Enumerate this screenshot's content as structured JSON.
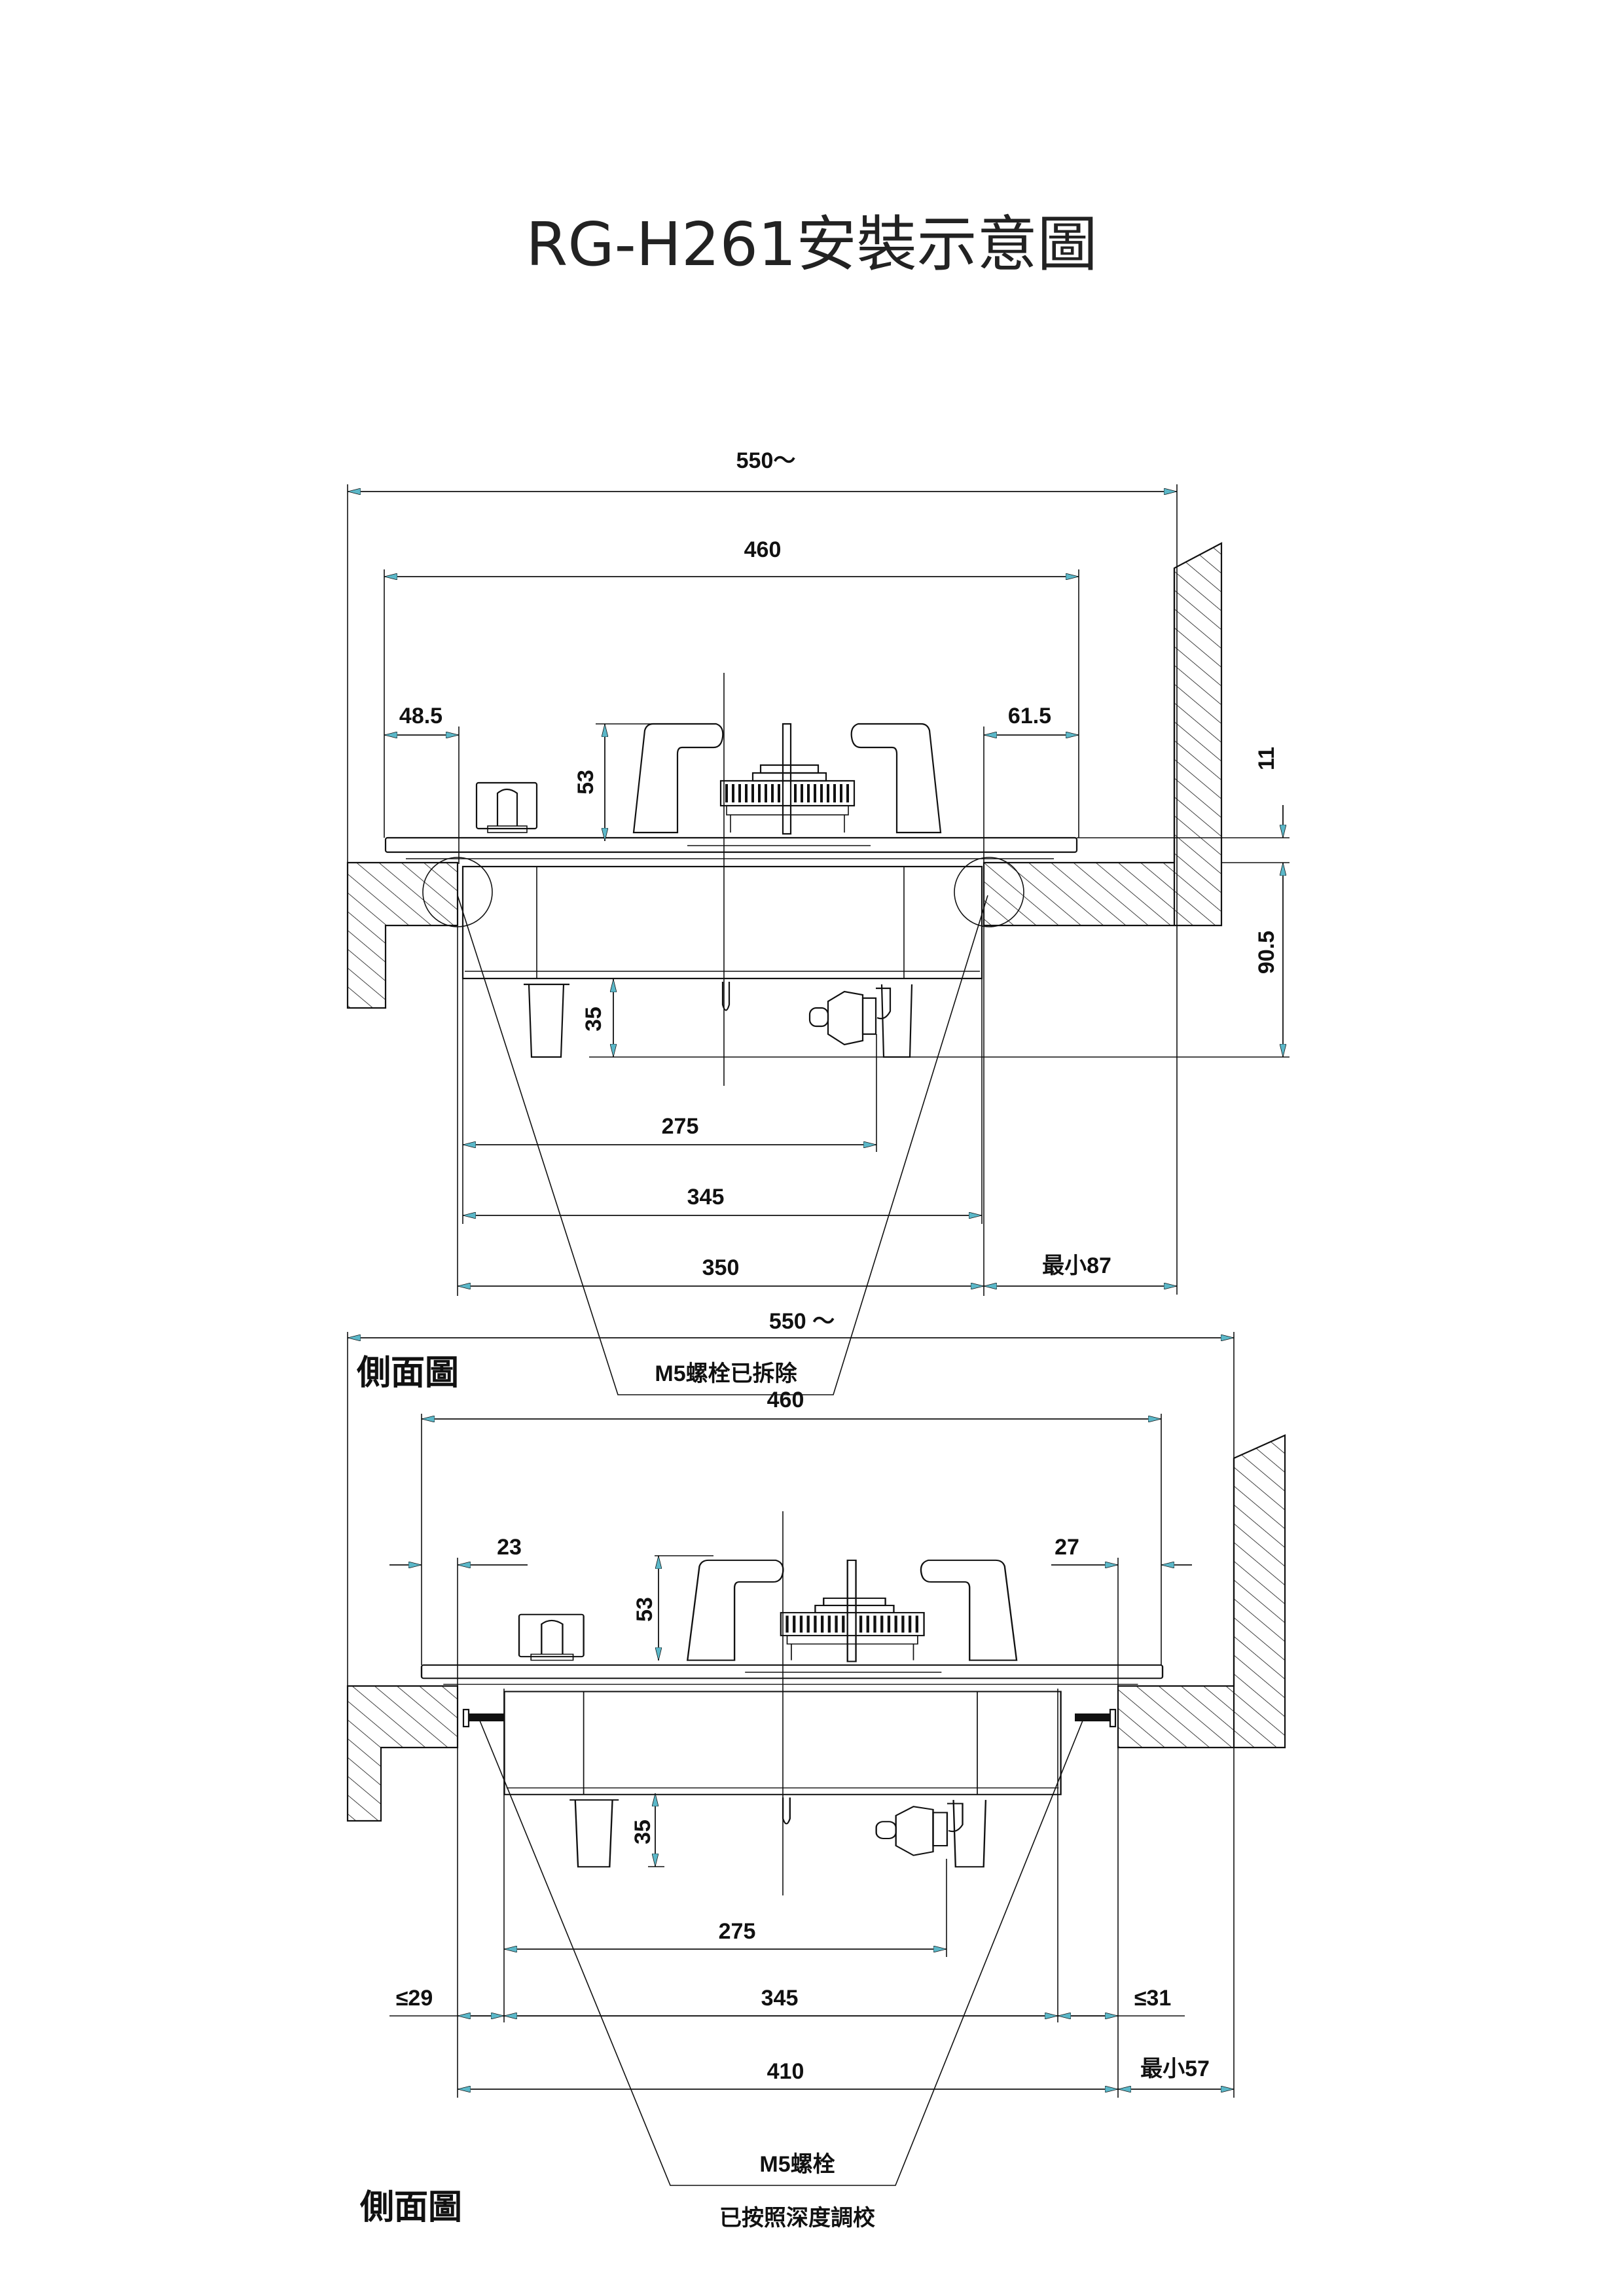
{
  "title": "RG-H261安裝示意圖",
  "colors": {
    "line": "#111111",
    "arrow": "#5bb8c9"
  },
  "diagram_top": {
    "label": "側面圖",
    "dims": {
      "overall": "550～",
      "width": "460",
      "left_offset": "48.5",
      "right_offset": "61.5",
      "height": "53",
      "foot_height": "35",
      "top_thickness": "11",
      "depth": "90.5",
      "gas_inlet": "275",
      "body": "345",
      "cutout": "350",
      "min_clearance": "最小87"
    },
    "note": "M5螺栓已拆除"
  },
  "diagram_bottom": {
    "label": "側面圖",
    "dims": {
      "overall": "550 ～",
      "width": "460",
      "left_offset": "23",
      "right_offset": "27",
      "height": "53",
      "foot_height": "35",
      "gas_inlet": "275",
      "body": "345",
      "left_gap": "≤29",
      "right_gap": "≤31",
      "cutout": "410",
      "min_clearance": "最小57"
    },
    "note_line1": "M5螺栓",
    "note_line2": "已按照深度調校"
  }
}
